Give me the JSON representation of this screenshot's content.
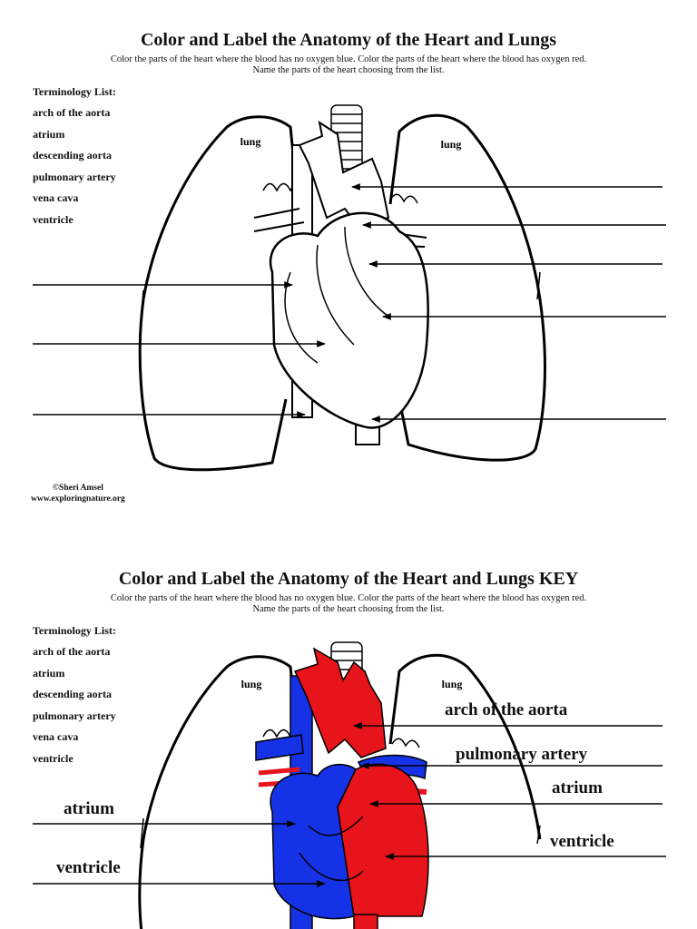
{
  "worksheet": {
    "title": "Color and Label the Anatomy of the Heart and Lungs",
    "instructions_line1": "Color the parts of the heart where the blood has no oxygen blue. Color the parts of the heart where the blood has oxygen red.",
    "instructions_line2": "Name the parts of the heart choosing from the list.",
    "terminology_heading": "Terminology List:",
    "terms": [
      "arch of the aorta",
      "atrium",
      "descending aorta",
      "pulmonary artery",
      "vena cava",
      "ventricle"
    ],
    "lung_left": "lung",
    "lung_right": "lung",
    "credit_line1": "©Sheri Amsel",
    "credit_line2": "www.exploringnature.org"
  },
  "key": {
    "title": "Color and Label the Anatomy of the Heart and Lungs KEY",
    "instructions_line1": "Color the parts of the heart where the blood has no oxygen blue. Color the parts of the heart where the blood has oxygen red.",
    "instructions_line2": "Name the parts of the heart choosing from the list.",
    "terminology_heading": "Terminology List:",
    "terms": [
      "arch of the aorta",
      "atrium",
      "descending aorta",
      "pulmonary artery",
      "vena cava",
      "ventricle"
    ],
    "lung_left": "lung",
    "lung_right": "lung",
    "labels": {
      "arch_of_aorta": "arch of the aorta",
      "pulmonary_artery": "pulmonary artery",
      "atrium_right": "atrium",
      "ventricle_right": "ventricle",
      "atrium_left": "atrium",
      "ventricle_left": "ventricle"
    }
  },
  "colors": {
    "oxygen_rich": "#e8141c",
    "oxygen_poor": "#1632e6",
    "outline": "#000000"
  }
}
